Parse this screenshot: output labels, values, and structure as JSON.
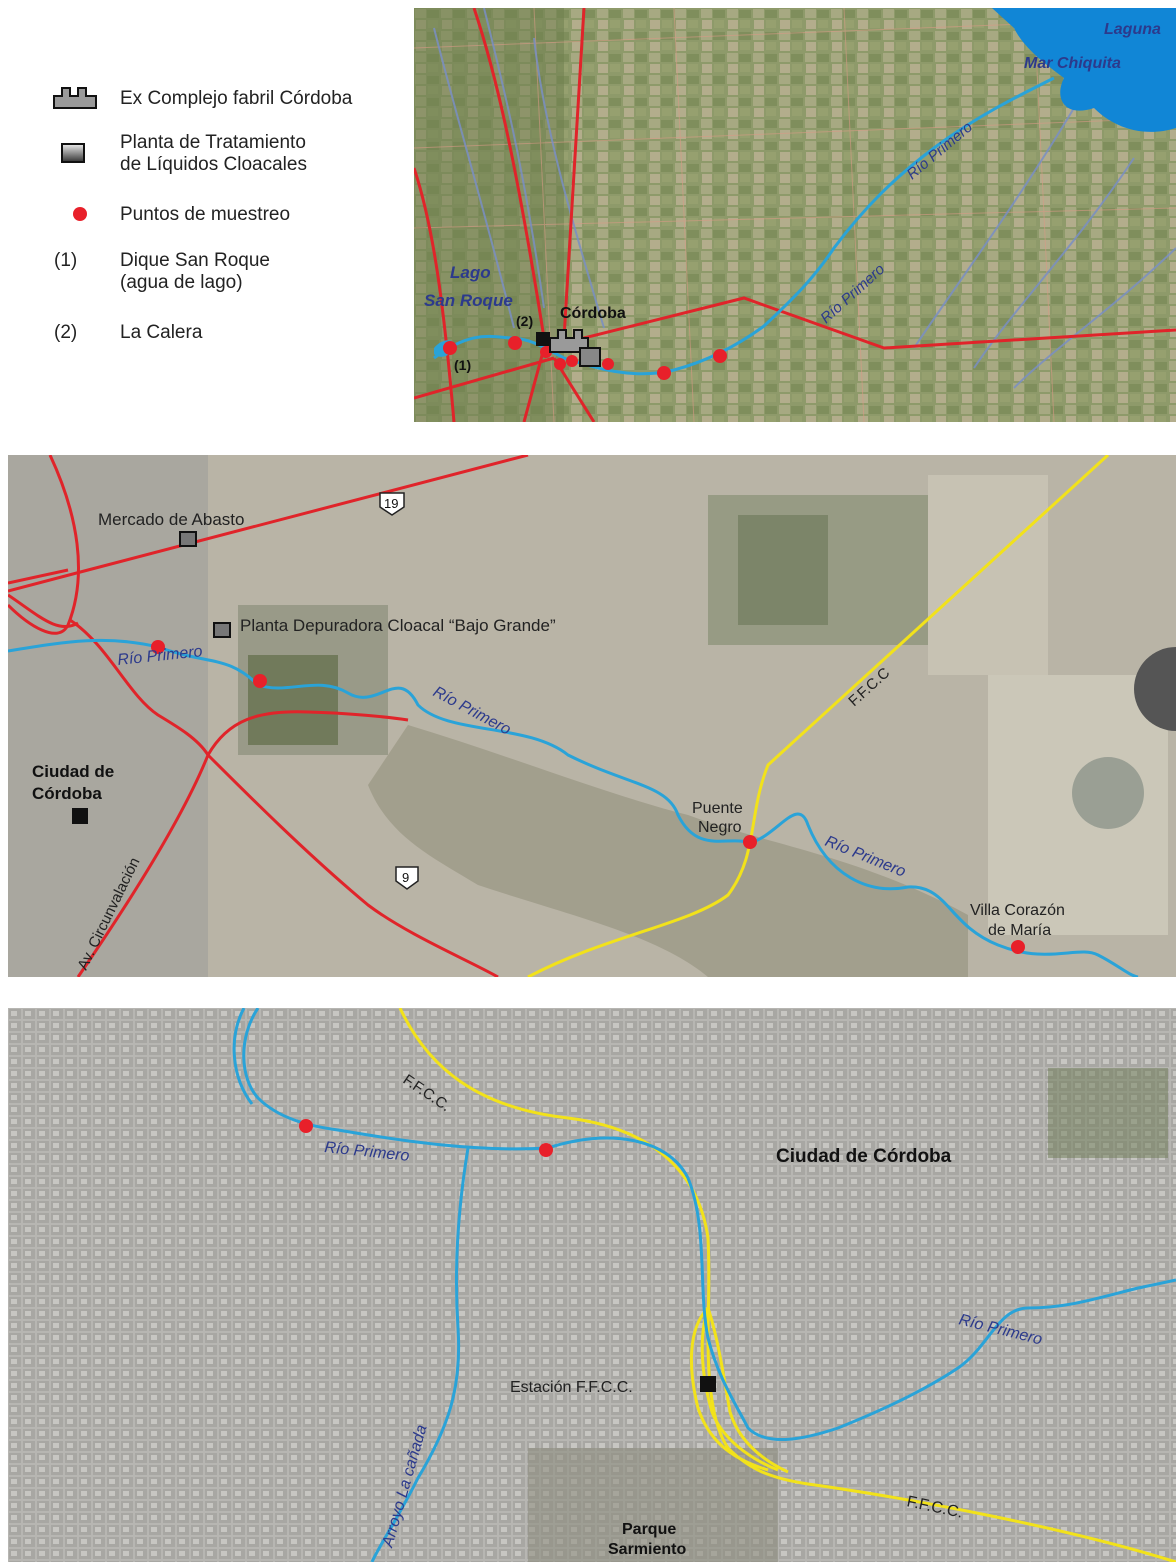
{
  "legend": {
    "items": [
      {
        "symbol": "factory-icon",
        "text": "Ex Complejo fabril Córdoba"
      },
      {
        "symbol": "treatment-plant-icon",
        "text": "Planta de Tratamiento\nde Líquidos Cloacales"
      },
      {
        "symbol": "sampling-point-icon",
        "text": "Puntos de muestreo"
      },
      {
        "number": "(1)",
        "text": "Dique San Roque\n(agua de lago)"
      },
      {
        "number": "(2)",
        "text": "La Calera"
      }
    ]
  },
  "panel1": {
    "laguna": "Laguna",
    "mar_chiquita": "Mar Chiquita",
    "rio_1": "Río Primero",
    "rio_2": "Río Primero",
    "lago": "Lago",
    "san_roque": "San Roque",
    "cordoba": "Córdoba",
    "label_1": "(1)",
    "label_2": "(2)"
  },
  "panel2": {
    "mercado": "Mercado de Abasto",
    "planta": "Planta Depuradora Cloacal “Bajo Grande”",
    "route_19": "19",
    "route_9": "9",
    "ffcc": "F.F.C.C",
    "rio_1": "Río Primero",
    "rio_2": "Río Primero",
    "rio_3": "Río Primero",
    "ciudad_1": "Ciudad de",
    "ciudad_2": "Córdoba",
    "av_circ": "Av. Circunvalación",
    "puente_1": "Puente",
    "puente_2": "Negro",
    "villa_1": "Villa Corazón",
    "villa_2": "de María"
  },
  "panel3": {
    "ffcc_1": "F.F.C.C.",
    "ffcc_2": "F.F.C.C.",
    "rio_1": "Río Primero",
    "rio_2": "Río Primero",
    "ciudad": "Ciudad de Córdoba",
    "estacion": "Estación F.F.C.C.",
    "arroyo": "Arroyo La cañada",
    "parque_1": "Parque",
    "parque_2": "Sarmiento"
  },
  "colors": {
    "river": "#2aa3d8",
    "road": "#e0242a",
    "rail": "#f2e21a",
    "sample": "#e8202a",
    "water_body": "#1186d6",
    "label_blue": "#2c3a8c"
  }
}
